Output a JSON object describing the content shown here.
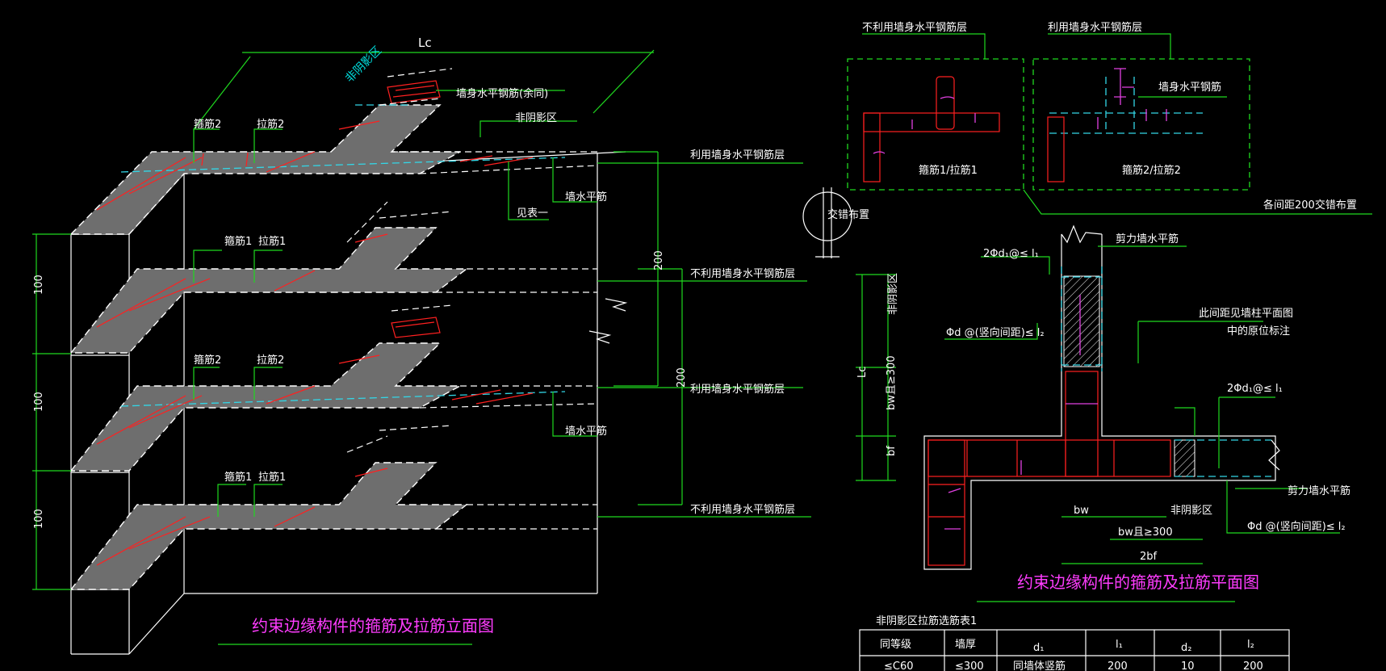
{
  "colors": {
    "background": "#000000",
    "line": "#ffffff",
    "leader": "#1fd91f",
    "rebar": "#ff2020",
    "tie": "#33d6e6",
    "title": "#ff3cff",
    "slab": "#6e6e6e"
  },
  "elevation": {
    "dim_top": "Lc",
    "dim_shadow": "非阴影区",
    "label_wall_h_same": "墙身水平钢筋(余同)",
    "label_non_shadow": "非阴影区",
    "label_stirrup2_a": "箍筋2",
    "label_tie2_a": "拉筋2",
    "label_stirrup1_a": "箍筋1",
    "label_tie1_a": "拉筋1",
    "label_stirrup2_b": "箍筋2",
    "label_tie2_b": "拉筋2",
    "label_stirrup1_b": "箍筋1",
    "label_tie1_b": "拉筋1",
    "label_use_1": "利用墙身水平钢筋层",
    "label_nouse_1": "不利用墙身水平钢筋层",
    "label_use_2": "利用墙身水平钢筋层",
    "label_nouse_2": "不利用墙身水平钢筋层",
    "label_see_table": "见表一",
    "label_wall_h_1": "墙水平筋",
    "label_wall_h_2": "墙水平筋",
    "dim_200_a": "200",
    "dim_200_b": "200",
    "dim_100_a": "100",
    "dim_100_b": "100",
    "dim_100_c": "100",
    "title": "约束边缘构件的箍筋及拉筋立面图"
  },
  "detail": {
    "label_nouse": "不利用墙身水平钢筋层",
    "label_use": "利用墙身水平钢筋层",
    "label_wall_h": "墙身水平钢筋",
    "caption_1": "箍筋1/拉筋1",
    "caption_2": "箍筋2/拉筋2",
    "label_spacing": "各间距200交错布置",
    "label_stagger": "交错布置"
  },
  "plan": {
    "label_2phi_top": "2Φd₁@≤ l₁",
    "label_shear_top": "剪力墙水平筋",
    "label_non_shadow_v": "非阴影区",
    "label_phi_v": "Φd @(竖向间距)≤ l₂",
    "label_see_plan_1": "此间距见墙柱平面图",
    "label_see_plan_2": "中的原位标注",
    "label_2phi_right": "2Φd₁@≤ l₁",
    "label_lc": "Lc",
    "label_bw300_v": "bw且≥300",
    "label_bf_v": "bf",
    "label_bw": "bw",
    "label_non_shadow_h": "非阴影区",
    "label_bw300_h": "bw且≥300",
    "label_2bf": "2bf",
    "label_shear_right": "剪力墙水平筋",
    "label_phi_h": "Φd @(竖向间距)≤ l₂",
    "title": "约束边缘构件的箍筋及拉筋平面图"
  },
  "table": {
    "title": "非阴影区拉筋选筋表1",
    "headers": [
      "同等级",
      "墙厚",
      "d₁",
      "l₁",
      "d₂",
      "l₂"
    ],
    "row": [
      "≤C60",
      "≤300",
      "同墙体竖筋",
      "200",
      "10",
      "200"
    ]
  }
}
